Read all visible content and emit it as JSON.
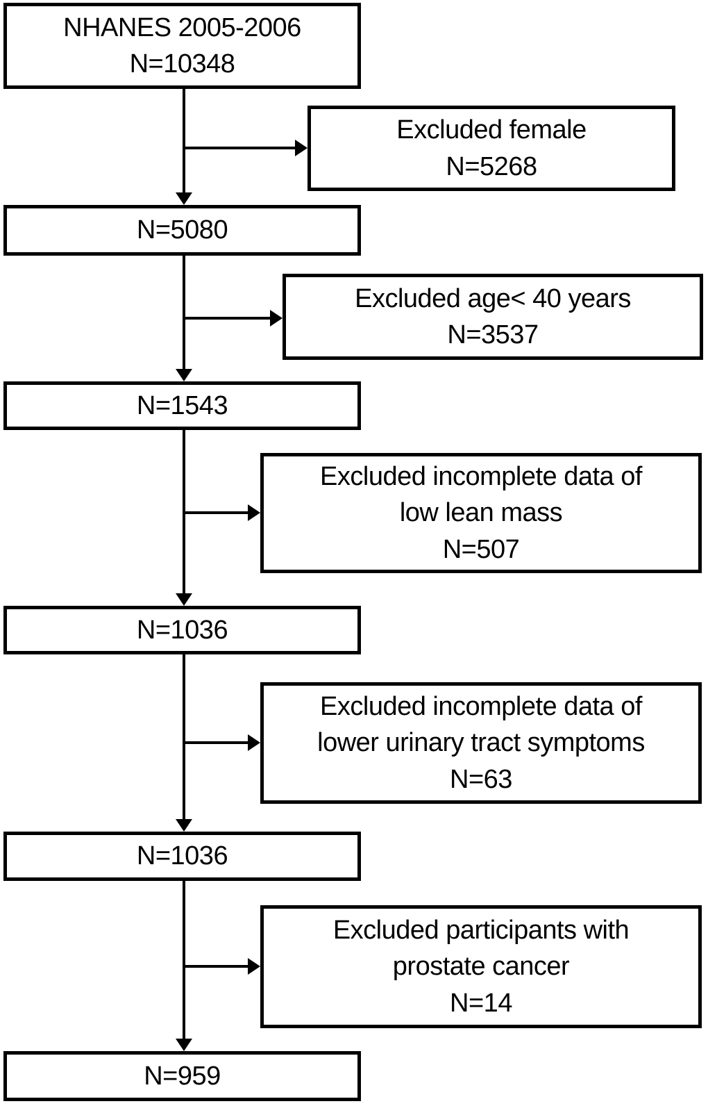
{
  "diagram": {
    "type": "flowchart",
    "title": "NHANES 2005-2006 participant selection flow",
    "colors": {
      "ink": "#000000",
      "background": "#ffffff"
    },
    "nodes": {
      "start": {
        "text": "NHANES 2005-2006\nN=10348"
      },
      "excluded_female": {
        "text": "Excluded female\nN=5268"
      },
      "after_female": {
        "text": "N=5080"
      },
      "excluded_age": {
        "text": "Excluded age< 40 years\nN=3537"
      },
      "after_age": {
        "text": "N=1543"
      },
      "excluded_low_lean_mass": {
        "text": "Excluded incomplete data of\nlow lean mass\nN=507"
      },
      "after_low_lean_mass": {
        "text": "N=1036"
      },
      "excluded_luts": {
        "text": "Excluded incomplete data of\nlower urinary tract symptoms\nN=63"
      },
      "after_luts": {
        "text": "N=1036"
      },
      "excluded_prostate_cancer": {
        "text": "Excluded participants with\nprostate cancer\nN=14"
      },
      "final": {
        "text": "N=959"
      }
    }
  }
}
